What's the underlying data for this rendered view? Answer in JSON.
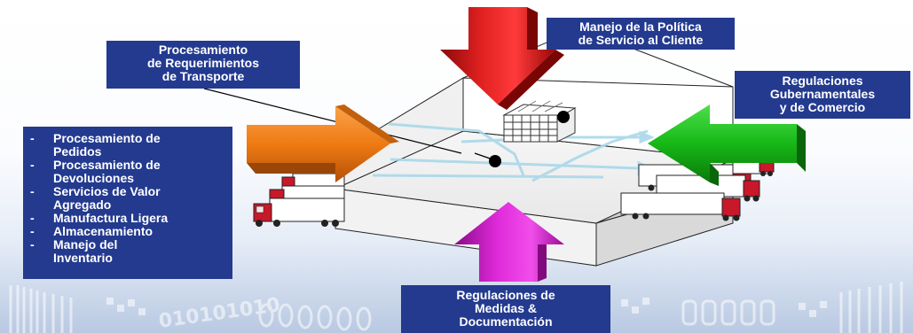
{
  "labels": {
    "top_right": [
      "Manejo de la Política",
      "de Servicio al Cliente"
    ],
    "top_left": [
      "Procesamiento",
      "de Requerimientos",
      "de Transporte"
    ],
    "right": [
      "Regulaciones",
      "Gubernamentales",
      "y de Comercio"
    ],
    "bottom": [
      "Regulaciones de",
      "Medidas &",
      "Documentación"
    ]
  },
  "activities": {
    "bullet": "-",
    "items": [
      [
        "Procesamiento de",
        "Pedidos"
      ],
      [
        "Procesamiento de",
        "Devoluciones"
      ],
      [
        "Servicios de Valor",
        "Agregado"
      ],
      [
        "Manufactura Ligera"
      ],
      [
        "Almacenamiento"
      ],
      [
        "Manejo del",
        "Inventario"
      ]
    ]
  },
  "colors": {
    "label_box": "#233a8f",
    "arrow_top": "#e41d1d",
    "arrow_left": "#f07a16",
    "arrow_right": "#1fb81f",
    "arrow_bottom": "#d423cf",
    "truck_cab": "#c8182a"
  }
}
